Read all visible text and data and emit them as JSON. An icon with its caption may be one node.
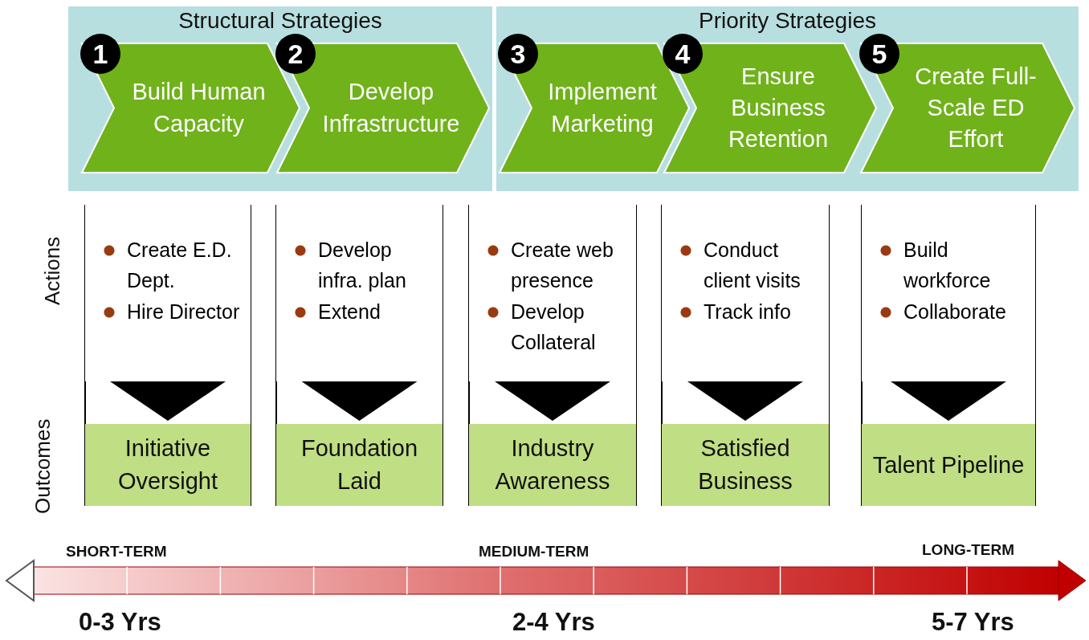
{
  "diagram": {
    "nodes": [
      {
        "text": [
          "Structural Strategies"
        ]
      },
      {
        "text": [
          "1",
          "Build Human Capacity"
        ],
        "in": 0
      },
      {
        "text": [
          "2",
          "Develop Infrastructure"
        ],
        "in": 0
      },
      {
        "text": [
          "Priority Strategies"
        ]
      },
      {
        "text": [
          "3",
          "Implement Marketing"
        ],
        "in": 3
      },
      {
        "text": [
          "4",
          "Ensure Business Retention"
        ],
        "in": 3
      },
      {
        "text": [
          "5",
          "Create Full-Scale ED Effort"
        ],
        "in": 3
      },
      {
        "text": [
          "Create E.D. Dept.",
          "Hire Director"
        ]
      },
      {
        "text": [
          "Develop infra. plan",
          "Extend"
        ]
      },
      {
        "text": [
          "Create web presence",
          "Develop Collateral"
        ]
      },
      {
        "text": [
          "Conduct client visits",
          "Track info"
        ]
      },
      {
        "text": [
          "Build workforce",
          "Collaborate"
        ]
      },
      {
        "text": [
          "Initiative Oversight"
        ]
      },
      {
        "text": [
          "Foundation Laid"
        ]
      },
      {
        "text": [
          "Industry Awareness"
        ]
      },
      {
        "text": [
          "Satisfied Business"
        ]
      },
      {
        "text": [
          "Talent Pipeline"
        ]
      }
    ],
    "edges": [
      {
        "from": 7,
        "to": 12,
        "arrow": "to"
      },
      {
        "from": 8,
        "to": 13,
        "arrow": "to"
      },
      {
        "from": 9,
        "to": 14,
        "arrow": "to"
      },
      {
        "from": 10,
        "to": 15,
        "arrow": "to"
      },
      {
        "from": 11,
        "to": 16,
        "arrow": "to"
      }
    ],
    "labels": [
      "Actions",
      "Outcomes",
      "SHORT-TERM",
      "MEDIUM-TERM",
      "LONG-TERM",
      "0-3 Yrs",
      "2-4 Yrs",
      "5-7 Yrs"
    ]
  }
}
